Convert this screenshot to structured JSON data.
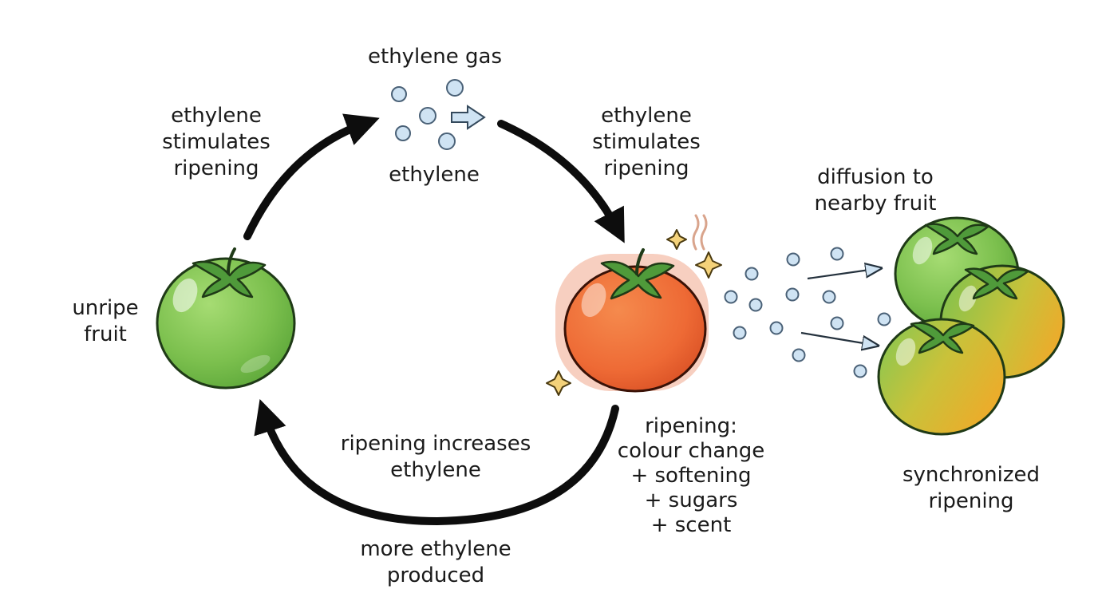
{
  "labels": {
    "ethylene_gas": "ethylene gas",
    "ethylene_small": "ethylene",
    "left_stimulates": [
      "ethylene",
      "stimulates",
      "ripening"
    ],
    "right_stimulates": [
      "ethylene",
      "stimulates",
      "ripening"
    ],
    "unripe_fruit": [
      "unripe",
      "fruit"
    ],
    "ripening_increases": [
      "ripening increases",
      "ethylene"
    ],
    "more_ethylene": [
      "more ethylene",
      "produced"
    ],
    "ripening_effects": [
      "ripening:",
      "colour change",
      "+ softening",
      "+ sugars",
      "+ scent"
    ],
    "diffusion": [
      "diffusion to",
      "nearby fruit"
    ],
    "synchronized": [
      "synchronized",
      "ripening"
    ]
  },
  "colors": {
    "arrow": "#0d0d0d",
    "unripe_green": "#7cc04e",
    "ripe_orange": "#ee6a35",
    "ripe_glow": "#f6c7b5",
    "gas_molecule": "#cfe3f3",
    "molecule_outline": "#4a6177",
    "leaf": "#4f9a3a",
    "sparkle": "#f4d27a",
    "mixed_yellow": "#f2b52a"
  },
  "icons": [
    "gas-molecule-icon",
    "sparkle-icon",
    "scent-wave-icon",
    "leaf-calyx-icon"
  ]
}
